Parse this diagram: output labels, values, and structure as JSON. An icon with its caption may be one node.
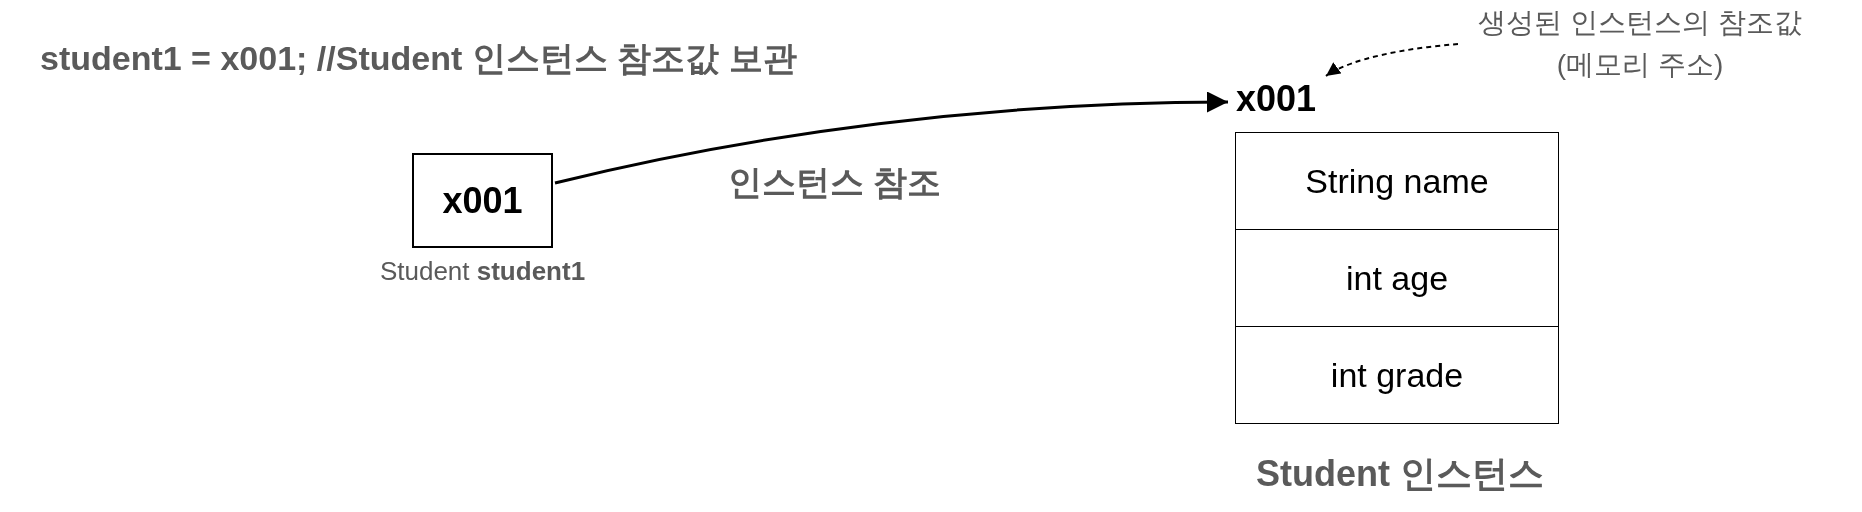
{
  "diagram": {
    "nodes": [
      {
        "text": [
          "x001"
        ],
        "beside": [
          "Student **student1**"
        ]
      },
      {
        "text": [
          "x001",
          "Student 인스턴스"
        ]
      },
      {
        "text": [
          "String name"
        ],
        "in": 1
      },
      {
        "text": [
          "int age"
        ],
        "in": 1
      },
      {
        "text": [
          "int grade"
        ],
        "in": 1
      },
      {
        "text": [
          "생성된 인스턴스의 참조값 (메모리 주소)"
        ]
      }
    ],
    "edges": [
      {
        "from": 0,
        "to": 1,
        "arrow": "to",
        "label": "인스턴스 참조"
      },
      {
        "from": 5,
        "to": 1,
        "arrow": "to",
        "style": "dashed"
      }
    ],
    "labels": [
      "student1 = x001; //Student 인스턴스 참조값 보관"
    ]
  }
}
